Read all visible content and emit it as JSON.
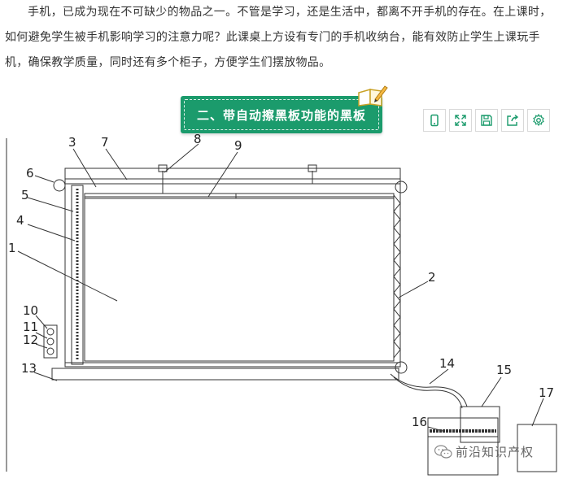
{
  "article": {
    "paragraph": "手机，已成为现在不可缺少的物品之一。不管是学习，还是生活中，都离不开手机的存在。在上课时，如何避免学生被手机影响学习的注意力呢？此课桌上方设有专门的手机收纳台，能有效防止学生上课玩手机，确保教学质量，同时还有多个柜子，方便学生们摆放物品。"
  },
  "banner": {
    "title": "二、带自动擦黑板功能的黑板",
    "icon": "book-pencil-icon",
    "color": "#1b9b6c"
  },
  "toolbar": {
    "icons": [
      "phone-icon",
      "fullscreen-icon",
      "save-icon",
      "share-icon",
      "settings-icon"
    ],
    "color": "#1b9b6c"
  },
  "diagram": {
    "labels": [
      "1",
      "2",
      "3",
      "4",
      "5",
      "6",
      "7",
      "8",
      "9",
      "10",
      "11",
      "12",
      "13",
      "14",
      "15",
      "16",
      "17"
    ]
  },
  "watermark": {
    "text": "前沿知识产权",
    "icon": "wechat-icon"
  }
}
